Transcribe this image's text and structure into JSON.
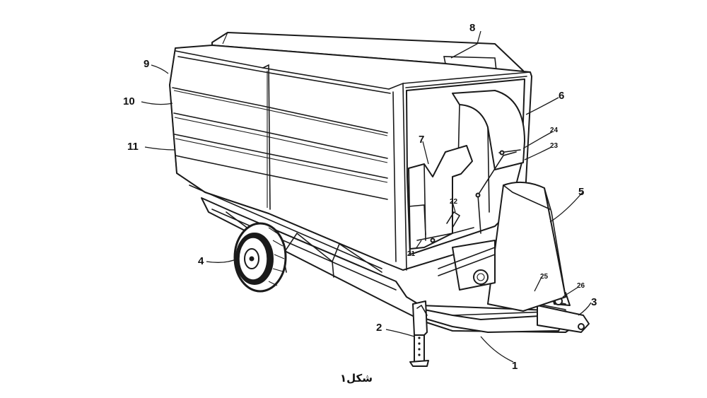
{
  "figure": {
    "caption": "شكل١",
    "labels": {
      "l1": "1",
      "l2": "2",
      "l3": "3",
      "l4": "4",
      "l5": "5",
      "l6": "6",
      "l7": "7",
      "l8": "8",
      "l9": "9",
      "l10": "10",
      "l11": "11",
      "l21": "21",
      "l22": "22",
      "l23": "23",
      "l24": "24",
      "l25": "25",
      "l26": "26"
    }
  }
}
